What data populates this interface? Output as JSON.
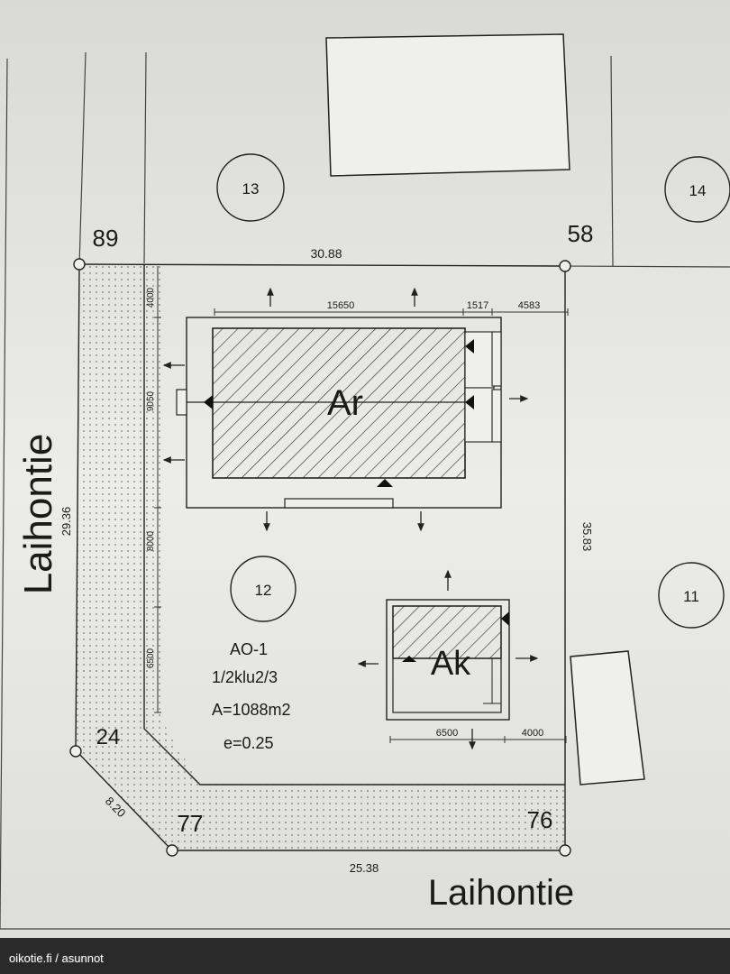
{
  "plan": {
    "lot_number": "12",
    "zoning": "AO-1",
    "building_ratio": "1/2klu2/3",
    "area": "A=1088m2",
    "efficiency": "e=0.25",
    "street_left": "Laihontie",
    "street_bottom": "Laihontie"
  },
  "neighbors": [
    {
      "number": "13"
    },
    {
      "number": "14"
    },
    {
      "number": "11"
    }
  ],
  "buildings": {
    "main": "Ar",
    "secondary": "Ak"
  },
  "corners": [
    "89",
    "58",
    "24",
    "77",
    "76"
  ],
  "dimensions": {
    "top": "30.88",
    "right": "35.83",
    "left": "29.36",
    "bottom": "25.38",
    "diagonal": "8.20",
    "main_width": "15650",
    "gap_1517": "1517",
    "gap_4583": "4583",
    "v_4000": "4000",
    "v_9050": "9050",
    "v_8000": "8000",
    "v_6500": "6500",
    "ak_width": "6500",
    "ak_gap": "4000"
  },
  "watermark": "oikotie.fi / asunnot"
}
